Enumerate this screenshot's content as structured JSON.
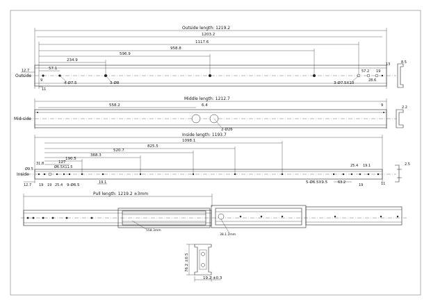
{
  "views": {
    "outside": {
      "label": "Outside",
      "dims": {
        "length": "Outside length: 1219.2",
        "d1203": "1203.2",
        "d1117": "1117.6",
        "d958": "958.8",
        "d596": "596.9",
        "d234": "234.9",
        "d57_1": "57.1",
        "d12_7": "12.7",
        "d9": "9",
        "d11": "11",
        "holes_4": "4-Ø7.5",
        "holes_3": "3-Ø8",
        "holes_slot": "3-Ø7.5X10",
        "d57_2": "57.2",
        "d28_6": "28.6",
        "d19": "19",
        "d13": "13",
        "d8_5": "8.5"
      }
    },
    "middle": {
      "label": "Mid-side",
      "dims": {
        "length": "Middle length: 1212.7",
        "d558": "558.2",
        "d6_4": "6.4",
        "d9": "9",
        "holes_2": "2-Ø26",
        "d2_2": "2.2"
      }
    },
    "inside": {
      "label": "Inside",
      "dims": {
        "length": "Inside length: 1193.7",
        "d1098": "1098.1",
        "d825": "825.5",
        "d520": "520.7",
        "d368": "368.3",
        "d190": "190.5",
        "d127": "127",
        "d31_8": "31.8",
        "slot": "Ø6.5X11.5",
        "d9_5": "Ø9.5",
        "d12_7": "12.7",
        "d19a": "19",
        "d19b": "19",
        "d25_4": "25.4",
        "holes_9": "9-Ø6.5",
        "d19c": "19.1",
        "holes_5": "5-Ø6.5X9.5",
        "d63_2": "63.2",
        "d25_4b": "25.4",
        "d19_1": "19.1",
        "d19d": "19",
        "d11": "11",
        "d2_5": "2.5"
      }
    },
    "assembly": {
      "pull_length": "Pull length: 1219.2 ±3mm",
      "note1": "558.3mm",
      "note2": "38.1.2mm"
    },
    "section": {
      "height": "76.2 ±0.5",
      "width": "19.2 ±0.3"
    }
  }
}
